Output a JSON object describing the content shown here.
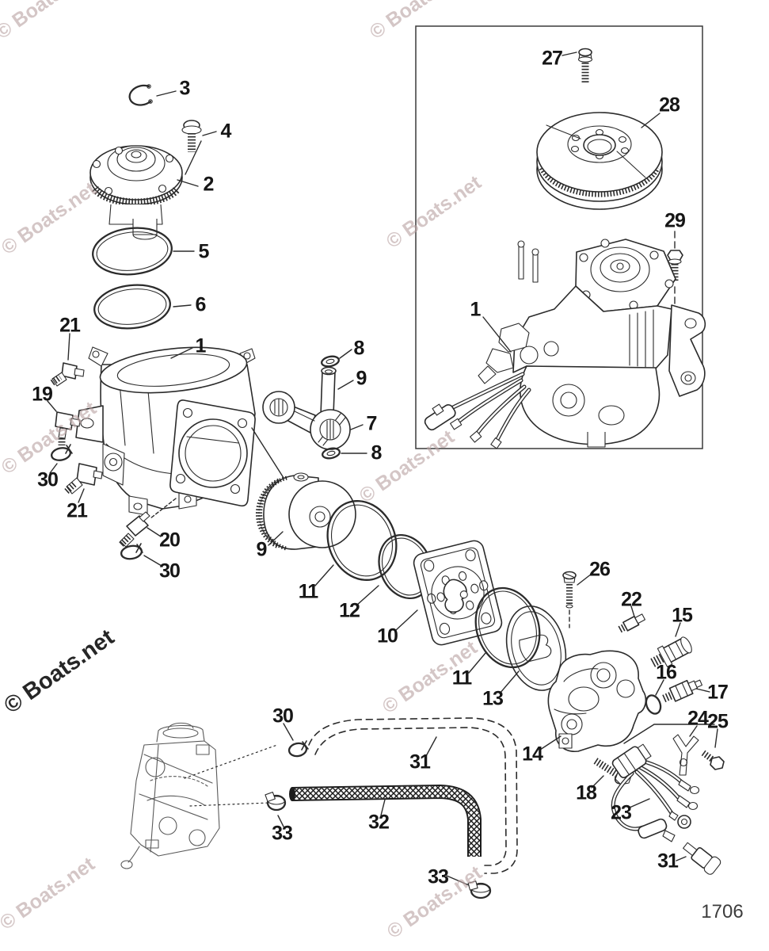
{
  "watermark": {
    "text": "© Boats.net"
  },
  "page_number": "1706",
  "callouts": {
    "l3": "3",
    "l4": "4",
    "l2": "2",
    "l5": "5",
    "l6": "6",
    "l21a": "21",
    "l1": "1",
    "l19": "19",
    "l30a": "30",
    "l21b": "21",
    "l20": "20",
    "l30b": "30",
    "l8a": "8",
    "l9a": "9",
    "l7": "7",
    "l8b": "8",
    "l9b": "9",
    "l11a": "11",
    "l12": "12",
    "l10": "10",
    "l11b": "11",
    "l13": "13",
    "l26": "26",
    "l22": "22",
    "l15": "15",
    "l16": "16",
    "l17": "17",
    "l14": "14",
    "l24": "24",
    "l25": "25",
    "l18": "18",
    "l23": "23",
    "l31a": "31",
    "l31b": "31",
    "l30c": "30",
    "l32": "32",
    "l33a": "33",
    "l33b": "33",
    "l27": "27",
    "l28": "28",
    "l29": "29",
    "l1box": "1"
  }
}
